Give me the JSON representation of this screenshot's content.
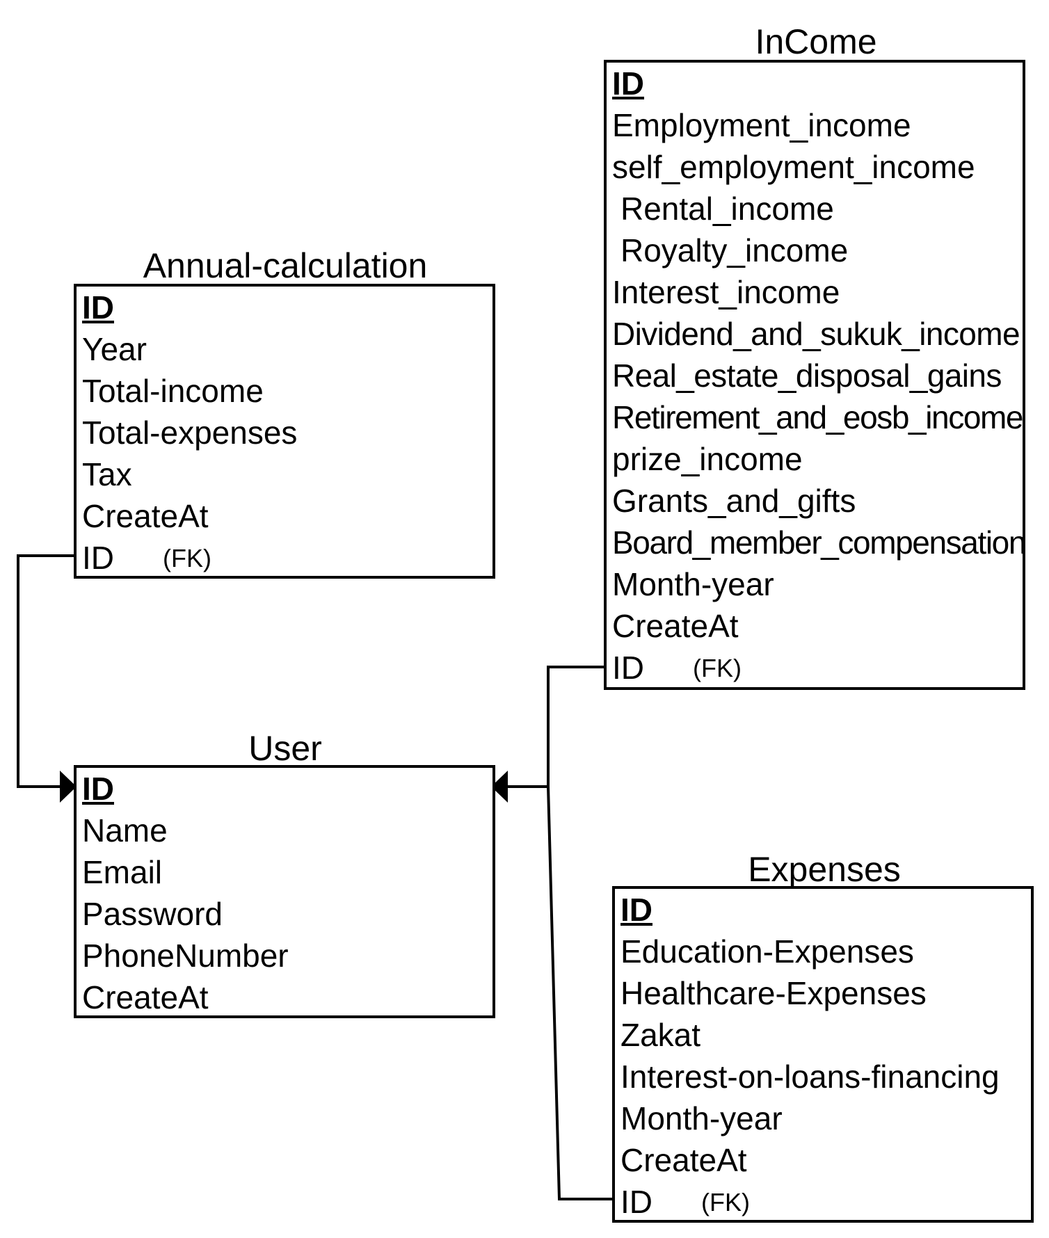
{
  "entities": {
    "annual": {
      "title": "Annual-calculation",
      "pk": "ID",
      "attributes": [
        "Year",
        "Total-income",
        "Total-expenses",
        "Tax",
        "CreateAt"
      ],
      "fk": {
        "field": "ID",
        "tag": "(FK)"
      }
    },
    "income": {
      "title": "InCome",
      "pk": "ID",
      "attributes": [
        "Employment_income",
        "self_employment_income",
        "Rental_income",
        "Royalty_income",
        "Interest_income",
        "Dividend_and_sukuk_income",
        "Real_estate_disposal_gains",
        "Retirement_and_eosb_income",
        "prize_income",
        "Grants_and_gifts",
        "Board_member_compensation",
        "Month-year",
        "CreateAt"
      ],
      "fk": {
        "field": "ID",
        "tag": "(FK)"
      }
    },
    "user": {
      "title": "User",
      "pk": "ID",
      "attributes": [
        "Name",
        "Email",
        "Password",
        "PhoneNumber",
        "CreateAt"
      ]
    },
    "expenses": {
      "title": "Expenses",
      "pk": "ID",
      "attributes": [
        "Education-Expenses",
        "Healthcare-Expenses",
        "Zakat",
        "Interest-on-loans-financing",
        "Month-year",
        "CreateAt"
      ],
      "fk": {
        "field": "ID",
        "tag": "(FK)"
      }
    }
  },
  "relationships": [
    {
      "from": "annual",
      "to": "user"
    },
    {
      "from": "income",
      "to": "user"
    },
    {
      "from": "expenses",
      "to": "user"
    }
  ]
}
